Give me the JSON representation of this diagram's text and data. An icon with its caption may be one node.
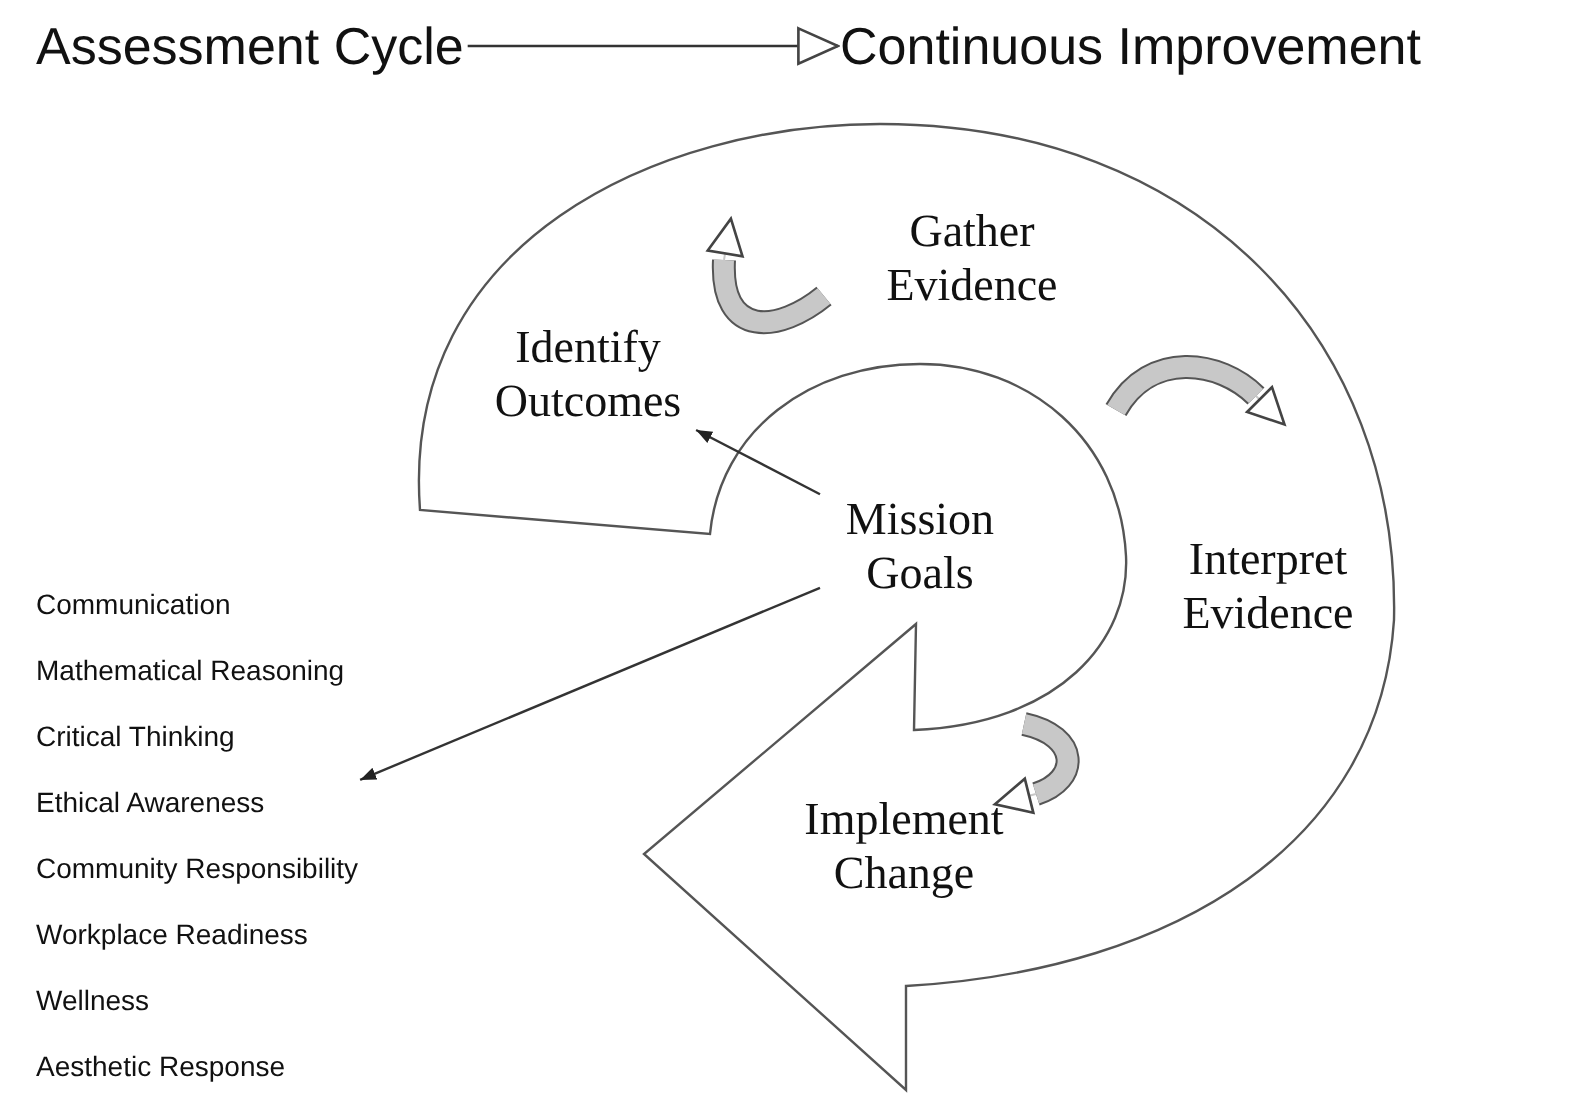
{
  "diagram": {
    "nodes": [
      {
        "text": [
          "Assessment Cycle"
        ]
      },
      {
        "text": [
          "Continuous Improvement"
        ]
      },
      {
        "text": [
          "Identify Outcomes"
        ]
      },
      {
        "text": [
          "Gather Evidence"
        ]
      },
      {
        "text": [
          "Interpret Evidence"
        ]
      },
      {
        "text": [
          "Implement Change"
        ]
      },
      {
        "text": [
          "Mission Goals"
        ]
      },
      {
        "text": [
          "Communication",
          "Mathematical Reasoning",
          "Critical Thinking",
          "Ethical Awareness",
          "Community Responsibility",
          "Workplace Readiness",
          "Wellness",
          "Aesthetic Response"
        ]
      }
    ],
    "edges": [
      {
        "from": 0,
        "to": 1,
        "arrow": "to"
      },
      {
        "from": 6,
        "to": 2,
        "arrow": "to"
      },
      {
        "from": 6,
        "to": 7,
        "arrow": "to"
      }
    ]
  }
}
